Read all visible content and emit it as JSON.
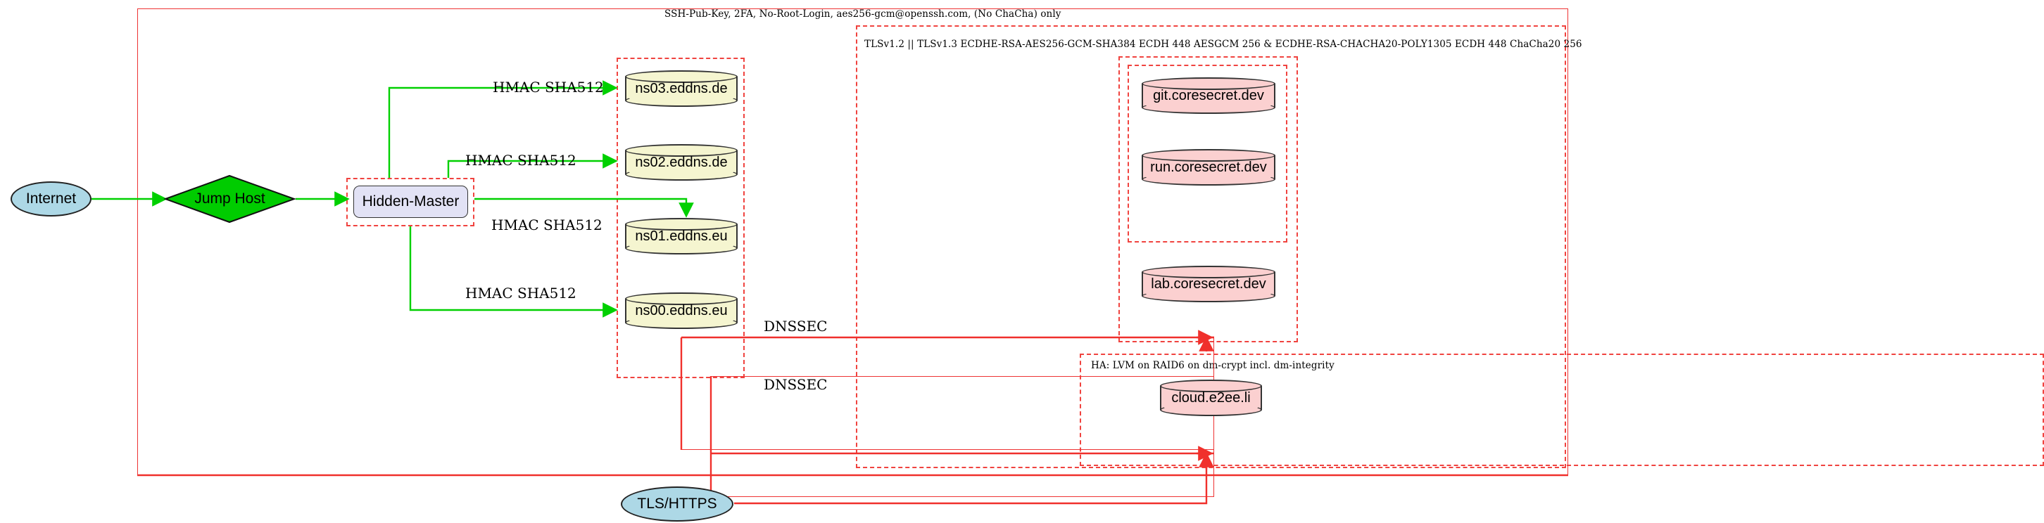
{
  "diagram": {
    "type": "network-architecture",
    "clusters": [
      {
        "id": "outer",
        "label": "SSH-Pub-Key, 2FA, No-Root-Login, aes256-gcm@openssh.com, (No ChaCha) only",
        "style": "solid"
      },
      {
        "id": "tls",
        "label": "TLSv1.2 || TLSv1.3 ECDHE-RSA-AES256-GCM-SHA384 ECDH 448 AESGCM 256 & ECDHE-RSA-CHACHA20-POLY1305 ECDH 448 ChaCha20 256",
        "style": "dashed"
      },
      {
        "id": "ha",
        "label": "HA: LVM on RAID6 on dm-crypt incl. dm-integrity",
        "style": "dashed"
      },
      {
        "id": "hidden",
        "label": "",
        "style": "dashed"
      },
      {
        "id": "ns-group",
        "label": "",
        "style": "dashed"
      },
      {
        "id": "svc-outer",
        "label": "",
        "style": "dashed"
      },
      {
        "id": "svc-inner",
        "label": "",
        "style": "dashed"
      },
      {
        "id": "dnssec-1",
        "label": "",
        "style": "solid"
      },
      {
        "id": "dnssec-2",
        "label": "",
        "style": "solid"
      }
    ],
    "nodes": [
      {
        "id": "internet",
        "label": "Internet",
        "shape": "ellipse",
        "color": "#add8e6"
      },
      {
        "id": "jumphost",
        "label": "Jump Host",
        "shape": "diamond",
        "color": "#00cc00"
      },
      {
        "id": "hidden",
        "label": "Hidden-Master",
        "shape": "rounded",
        "color": "#e2e2f5"
      },
      {
        "id": "ns03",
        "label": "ns03.eddns.de",
        "shape": "cylinder",
        "color": "#f5f5d0"
      },
      {
        "id": "ns02",
        "label": "ns02.eddns.de",
        "shape": "cylinder",
        "color": "#f5f5d0"
      },
      {
        "id": "ns01",
        "label": "ns01.eddns.eu",
        "shape": "cylinder",
        "color": "#f5f5d0"
      },
      {
        "id": "ns00",
        "label": "ns00.eddns.eu",
        "shape": "cylinder",
        "color": "#f5f5d0"
      },
      {
        "id": "git",
        "label": "git.coresecret.dev",
        "shape": "cylinder",
        "color": "#fbd0d0"
      },
      {
        "id": "run",
        "label": "run.coresecret.dev",
        "shape": "cylinder",
        "color": "#fbd0d0"
      },
      {
        "id": "lab",
        "label": "lab.coresecret.dev",
        "shape": "cylinder",
        "color": "#fbd0d0"
      },
      {
        "id": "cloud",
        "label": "cloud.e2ee.li",
        "shape": "cylinder",
        "color": "#fbd0d0"
      },
      {
        "id": "tlshttps",
        "label": "TLS/HTTPS",
        "shape": "ellipse",
        "color": "#add8e6"
      }
    ],
    "edge_labels": {
      "hmac_ns03": "HMAC SHA512",
      "hmac_ns02": "HMAC SHA512",
      "hmac_ns01": "HMAC SHA512",
      "hmac_ns00": "HMAC SHA512",
      "dnssec_1": "DNSSEC",
      "dnssec_2": "DNSSEC"
    },
    "colors": {
      "ssh_edge": "#00d000",
      "tls_edge": "#f0302c",
      "cluster_border": "#ee3333",
      "node_blue": "#add8e6",
      "node_green": "#00cc00",
      "node_yellow": "#f5f5d0",
      "node_pink": "#fbd0d0",
      "node_lavender": "#e2e2f5"
    }
  }
}
